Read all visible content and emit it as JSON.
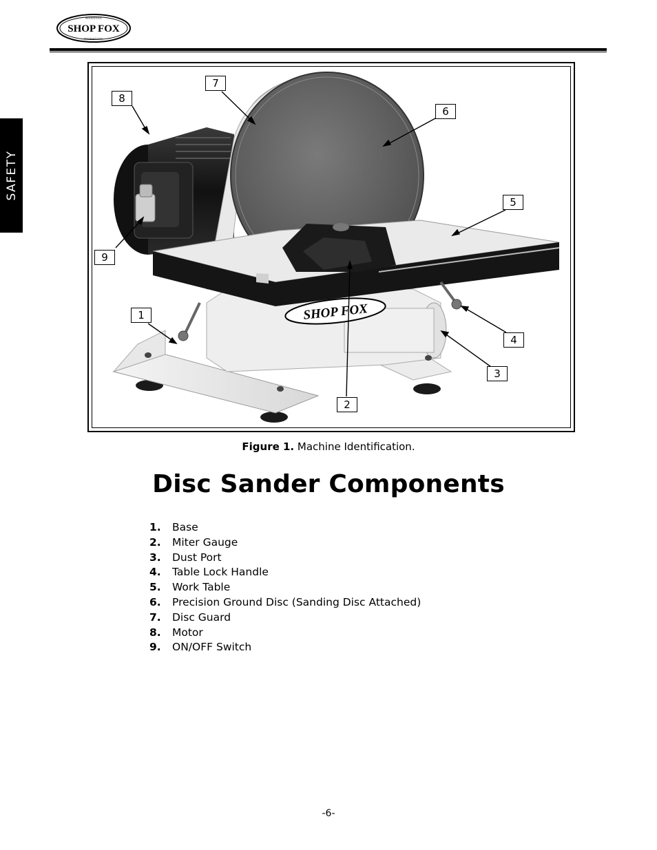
{
  "header": {
    "brand": "SHOP FOX",
    "brand_arc_top": "WOODSTOCK",
    "brand_arc_bottom": "INTERNATIONAL"
  },
  "side_tab": {
    "label": "SAFETY"
  },
  "figure": {
    "callouts": [
      "1",
      "2",
      "3",
      "4",
      "5",
      "6",
      "7",
      "8",
      "9"
    ],
    "machine_logo": "SHOP FOX",
    "caption_label": "Figure 1.",
    "caption_text": "Machine Identification."
  },
  "title": "Disc Sander Components",
  "parts": [
    {
      "num": "1.",
      "name": "Base"
    },
    {
      "num": "2.",
      "name": "Miter Gauge"
    },
    {
      "num": "3.",
      "name": "Dust Port"
    },
    {
      "num": "4.",
      "name": "Table Lock Handle"
    },
    {
      "num": "5.",
      "name": "Work Table"
    },
    {
      "num": "6.",
      "name": "Precision Ground Disc (Sanding Disc Attached)"
    },
    {
      "num": "7.",
      "name": "Disc Guard"
    },
    {
      "num": "8.",
      "name": "Motor"
    },
    {
      "num": "9.",
      "name": "ON/OFF Switch"
    }
  ],
  "footer": {
    "page_number": "-6-"
  }
}
